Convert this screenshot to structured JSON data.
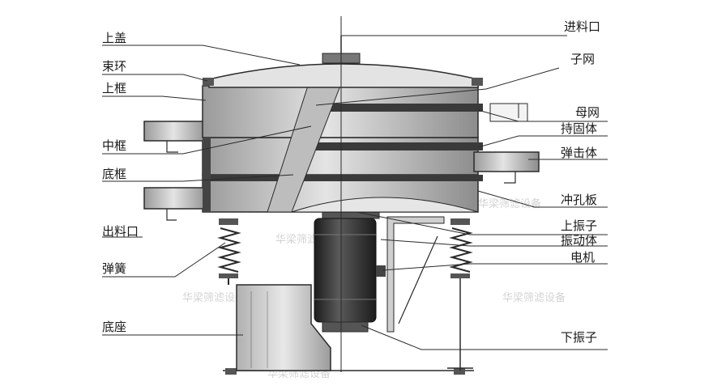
{
  "labels": {
    "top_cover": "上盖",
    "clamp_ring": "束环",
    "upper_frame": "上框",
    "middle_frame": "中框",
    "bottom_frame": "底框",
    "outlet": "出料口",
    "spring": "弹簧",
    "base": "底座",
    "inlet": "进料口",
    "sub_mesh": "子网",
    "main_mesh": "母网",
    "holder": "持固体",
    "striker": "弹击体",
    "punched_plate": "冲孔板",
    "upper_weight": "上振子",
    "vibrator_body": "振动体",
    "motor": "电机",
    "lower_weight": "下振子"
  },
  "watermark": "华梁筛滤设备",
  "colors": {
    "line": "#2a2a2a",
    "metal_light": "#d6d6d6",
    "metal_mid": "#a8a8a8",
    "metal_dark": "#555555",
    "motor": "#2b2b2b",
    "text": "#1a1a1a"
  }
}
